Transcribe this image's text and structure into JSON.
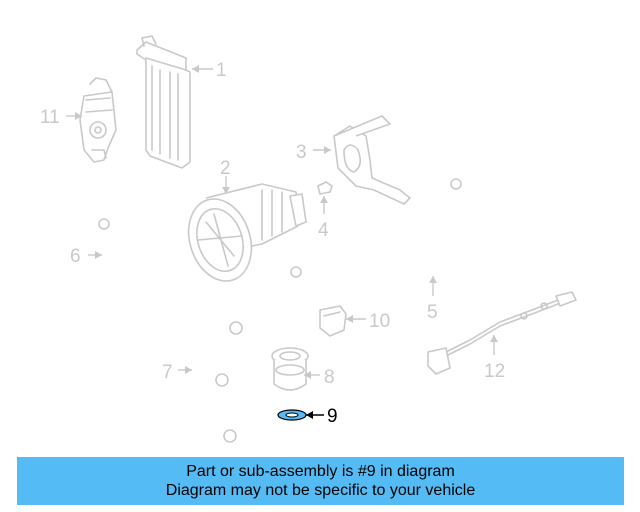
{
  "diagram": {
    "callouts": {
      "c1": "1",
      "c2": "2",
      "c3": "3",
      "c4": "4",
      "c5": "5",
      "c6": "6",
      "c7": "7",
      "c8": "8",
      "c9": "9",
      "c10": "10",
      "c11": "11",
      "c12": "12"
    },
    "highlighted_part": "9",
    "highlight_color": "#55bbf4",
    "line_color": "#c9c9c9"
  },
  "banner": {
    "line1": "Part or sub-assembly is #9 in diagram",
    "line2": "Diagram may not be specific to your vehicle",
    "background": "#55bbf4"
  }
}
